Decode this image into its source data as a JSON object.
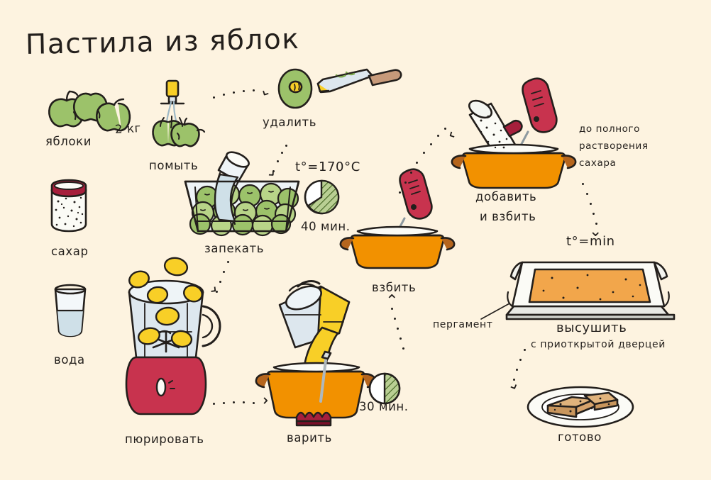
{
  "page": {
    "title": "Пастила из яблок",
    "background_color": "#fdf3e0",
    "ink_color": "#231f1c"
  },
  "palette": {
    "apple_green": "#9cc26a",
    "apple_green_dark": "#7da84f",
    "orange_pot": "#f29100",
    "orange_pot_dark": "#d97d06",
    "crimson": "#c8334e",
    "crimson_dark": "#a61f3c",
    "yellow_puree": "#f8cf27",
    "glass_blue": "#dde7ee",
    "water_blue": "#cfe0e8",
    "paper_white": "#fbfbf6",
    "pastila_orange": "#f2a64b",
    "wood_handle": "#c79a7a"
  },
  "ingredients": [
    {
      "id": "apples",
      "label": "яблоки",
      "amount": "2 кг"
    },
    {
      "id": "sugar",
      "label": "сахар",
      "amount": ""
    },
    {
      "id": "water",
      "label": "вода",
      "amount": ""
    }
  ],
  "steps": [
    {
      "id": "wash",
      "label": "помыть"
    },
    {
      "id": "remove",
      "label": "удалить"
    },
    {
      "id": "bake",
      "label": "запекать"
    },
    {
      "id": "puree",
      "label": "пюрировать"
    },
    {
      "id": "boil",
      "label": "варить"
    },
    {
      "id": "whip",
      "label": "взбить"
    },
    {
      "id": "add",
      "label": "добавить"
    },
    {
      "id": "add2",
      "label": "и взбить"
    },
    {
      "id": "dry",
      "label": "высушить"
    },
    {
      "id": "done",
      "label": "готово"
    }
  ],
  "params": {
    "bake_temp": "t°=170°C",
    "bake_time": "40 мин.",
    "boil_time": "30 мин.",
    "dry_temp": "t°=min"
  },
  "annotations": {
    "sugar_note_line1": "до полного",
    "sugar_note_line2": "растворения",
    "sugar_note_line3": "сахара",
    "parchment": "пергамент",
    "dry_note": "с приоткрытой дверцей"
  },
  "chart_data": [
    {
      "type": "pie",
      "title": "40 мин.",
      "categories": [
        "elapsed",
        "remaining"
      ],
      "values": [
        66,
        34
      ],
      "colors": [
        "#7f9e55",
        "#ffffff"
      ],
      "hatched_slice": "elapsed"
    },
    {
      "type": "pie",
      "title": "30 мин.",
      "categories": [
        "elapsed",
        "remaining"
      ],
      "values": [
        50,
        50
      ],
      "colors": [
        "#7f9e55",
        "#ffffff"
      ],
      "hatched_slice": "elapsed"
    }
  ]
}
